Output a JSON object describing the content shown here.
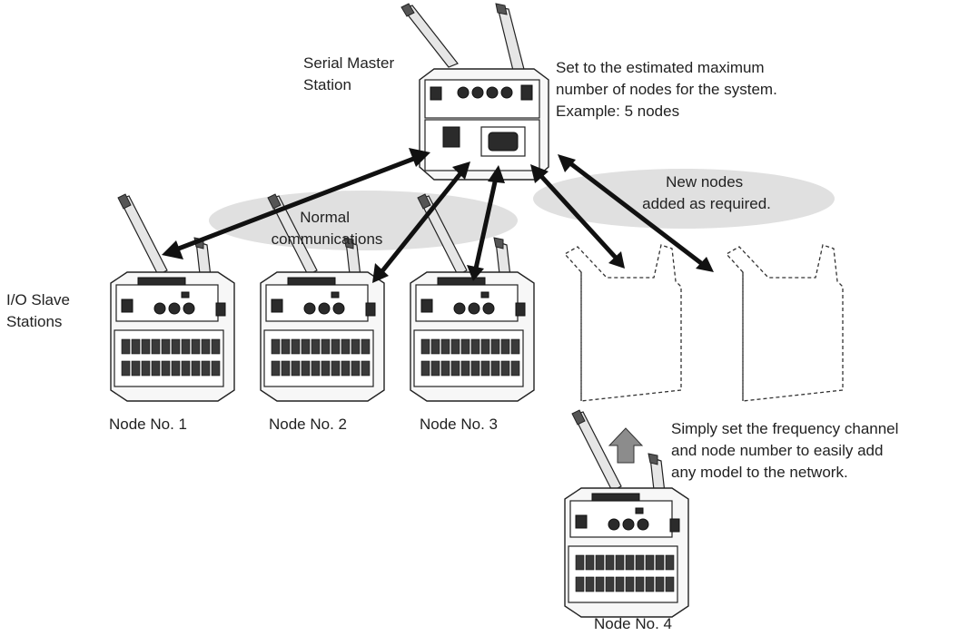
{
  "master": {
    "label_line1": "Serial Master",
    "label_line2": "Station"
  },
  "master_note": {
    "line1": "Set to the estimated maximum",
    "line2": "number of nodes for the system.",
    "line3": "Example: 5 nodes"
  },
  "new_nodes_note": {
    "line1": "New nodes",
    "line2": "added as required."
  },
  "normal_comm": {
    "line1": "Normal",
    "line2": "communications"
  },
  "slaves": {
    "label_line1": "I/O Slave",
    "label_line2": "Stations"
  },
  "nodes": [
    {
      "label": "Node No. 1"
    },
    {
      "label": "Node No. 2"
    },
    {
      "label": "Node No. 3"
    },
    {
      "label": "Node No. 4"
    }
  ],
  "add_note": {
    "line1": "Simply set the frequency channel",
    "line2": "and node number to easily add",
    "line3": "any model to the network."
  },
  "colors": {
    "ellipse": "#e0e0e0",
    "arrow": "#111111",
    "up_arrow": "#8c8c8c"
  }
}
